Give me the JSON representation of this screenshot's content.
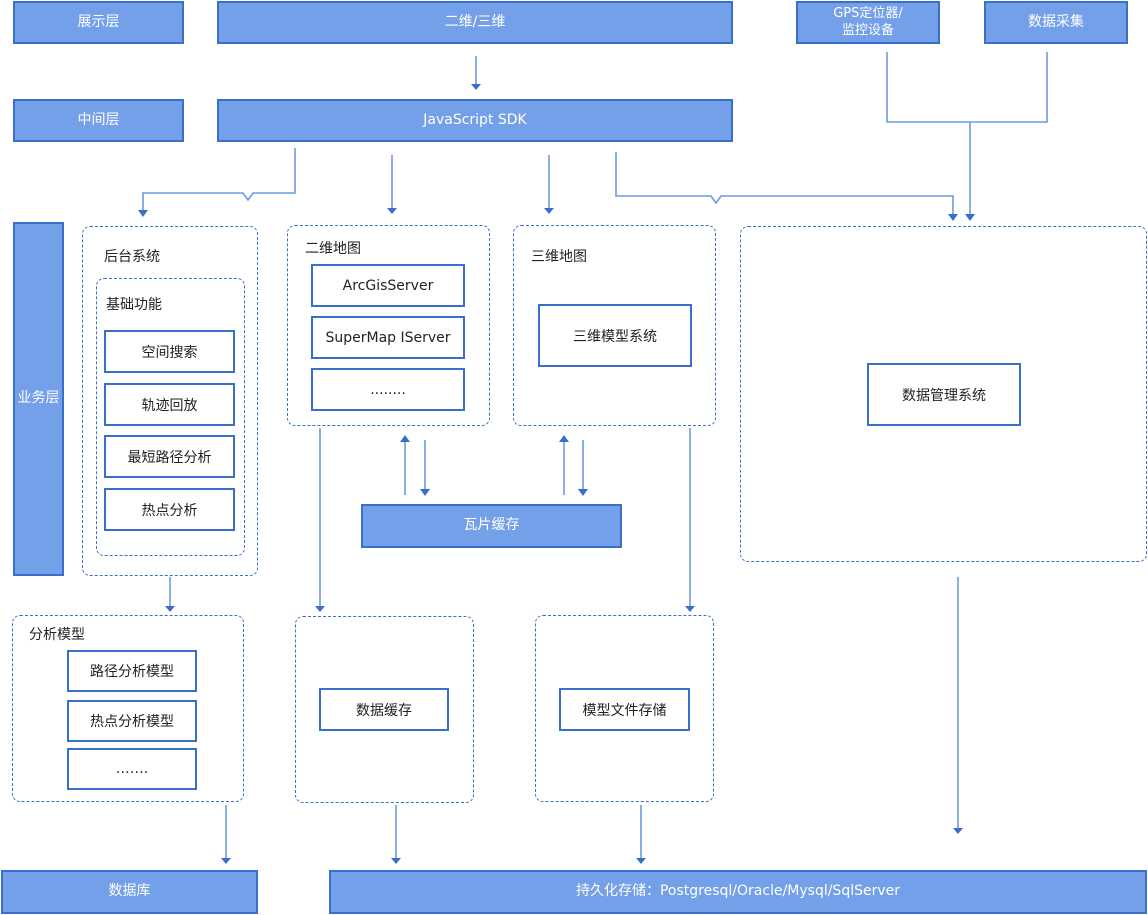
{
  "layers": {
    "presentation": "展示层",
    "middle": "中间层",
    "business": "业务层"
  },
  "top": {
    "view": "二维/三维",
    "gps": "GPS定位器/\n监控设备",
    "collect": "数据采集",
    "sdk": "JavaScript  SDK"
  },
  "backend": {
    "title": "后台系统",
    "basic_title": "基础功能",
    "items": [
      "空间搜索",
      "轨迹回放",
      "最短路径分析",
      "热点分析"
    ]
  },
  "map2d": {
    "title": "二维地图",
    "items": [
      "ArcGisServer",
      "SuperMap IServer",
      "........"
    ]
  },
  "map3d": {
    "title": "三维地图",
    "model": "三维模型系统"
  },
  "data_mgmt": "数据管理系统",
  "tile_cache": "瓦片缓存",
  "analysis": {
    "title": "分析模型",
    "items": [
      "路径分析模型",
      "热点分析模型",
      "……."
    ]
  },
  "data_cache": "数据缓存",
  "model_store": "模型文件存储",
  "database": "数据库",
  "persistence": "持久化存储：Postgresql/Oracle/Mysql/SqlServer",
  "colors": {
    "fill": "#73a0e8",
    "border": "#3a6fc9",
    "line": "#6b9be0"
  }
}
